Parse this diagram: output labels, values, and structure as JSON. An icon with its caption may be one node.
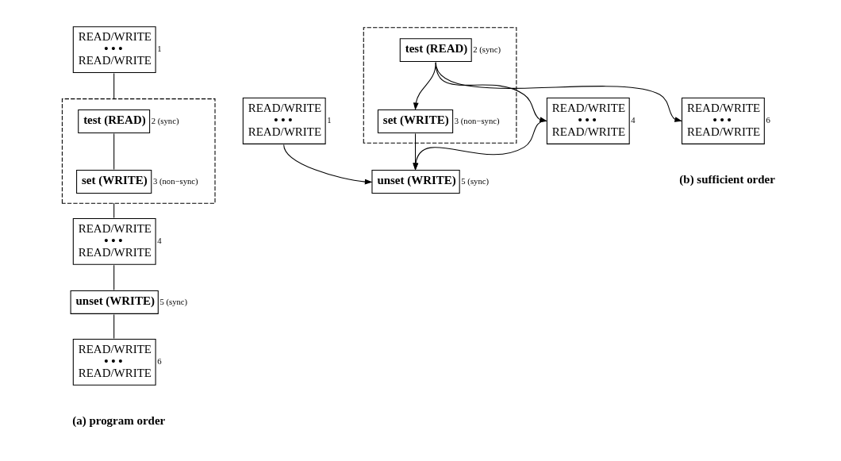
{
  "diagram": {
    "nodes": [
      {
        "text": [
          "READ/WRITE",
          "• • •",
          "READ/WRITE"
        ],
        "beside": [
          "1"
        ]
      },
      {
        "text": [],
        "shape": "box"
      },
      {
        "text": [
          "test (READ)"
        ],
        "beside": [
          "2 (sync)"
        ],
        "in": 1
      },
      {
        "text": [
          "set (WRITE)"
        ],
        "beside": [
          "3 (non−sync)"
        ],
        "in": 1
      },
      {
        "text": [
          "READ/WRITE",
          "• • •",
          "READ/WRITE"
        ],
        "beside": [
          "4"
        ]
      },
      {
        "text": [
          "unset (WRITE)"
        ],
        "beside": [
          "5 (sync)"
        ]
      },
      {
        "text": [
          "READ/WRITE",
          "• • •",
          "READ/WRITE"
        ],
        "beside": [
          "6"
        ]
      },
      {
        "text": [
          "READ/WRITE",
          "• • •",
          "READ/WRITE"
        ],
        "beside": [
          "1"
        ]
      },
      {
        "text": [],
        "shape": "box"
      },
      {
        "text": [
          "test (READ)"
        ],
        "beside": [
          "2 (sync)"
        ],
        "in": 8
      },
      {
        "text": [
          "set (WRITE)"
        ],
        "beside": [
          "3 (non−sync)"
        ],
        "in": 8
      },
      {
        "text": [
          "READ/WRITE",
          "• • •",
          "READ/WRITE"
        ],
        "beside": [
          "4"
        ]
      },
      {
        "text": [
          "unset (WRITE)"
        ],
        "beside": [
          "5 (sync)"
        ]
      },
      {
        "text": [
          "READ/WRITE",
          "• • •",
          "READ/WRITE"
        ],
        "beside": [
          "6"
        ]
      }
    ],
    "edges": [
      {
        "from": 0,
        "to": 1,
        "arrow": "none"
      },
      {
        "from": 2,
        "to": 3,
        "arrow": "none"
      },
      {
        "from": 1,
        "to": 4,
        "arrow": "none"
      },
      {
        "from": 4,
        "to": 5,
        "arrow": "none"
      },
      {
        "from": 5,
        "to": 6,
        "arrow": "none"
      },
      {
        "from": 9,
        "to": 10,
        "arrow": "to"
      },
      {
        "from": 9,
        "to": 11,
        "arrow": "to"
      },
      {
        "from": 9,
        "to": 13,
        "arrow": "to"
      },
      {
        "from": 10,
        "to": 12,
        "arrow": "to"
      },
      {
        "from": 11,
        "to": 12,
        "arrow": "to"
      },
      {
        "from": 7,
        "to": 12,
        "arrow": "to"
      }
    ],
    "labels": [
      "(a) program order",
      "(b) sufficient order"
    ]
  }
}
